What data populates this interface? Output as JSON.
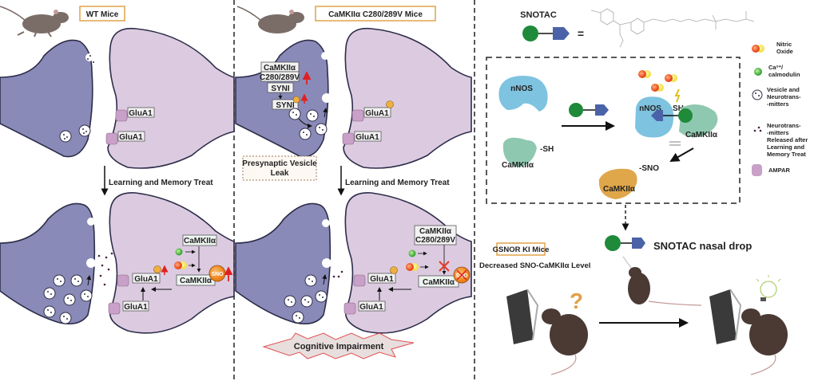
{
  "panels": {
    "wt": {
      "title": "WT Mice",
      "glua_top": "GluA1",
      "glua_bottom": "GluA1",
      "treat_label": "Learning and Memory Treat",
      "after": {
        "camk_top": "CaMKIIα",
        "camk_bottom": "CaMKIIα",
        "sno": "SNO",
        "glua_top": "GluA1",
        "glua_bottom": "GluA1"
      }
    },
    "mutant": {
      "title": "CaMKIIα C280/289V Mice",
      "mutant_box_line1": "CaMKIIα",
      "mutant_box_line2": "C280/289V",
      "syn_top": "SYNI",
      "syn_bottom": "SYNI",
      "glua_top": "GluA1",
      "glua_bottom": "GluA1",
      "leak_line1": "Presynaptic Vesicle",
      "leak_line2": "Leak",
      "treat_label": "Learning and Memory Treat",
      "after": {
        "camk_top_line1": "CaMKIIα",
        "camk_top_line2": "C280/289V",
        "camk_bottom": "CaMKIIα",
        "sno": "SNO",
        "glua_top": "GluA1",
        "glua_bottom": "GluA1"
      },
      "impairment": "Cognitive Impairment"
    },
    "snotac": {
      "title": "SNOTAC",
      "equals": "=",
      "mechanism": {
        "nnos_left": "nNOS",
        "camk_left": "CaMKIIα",
        "sh_left": "-SH",
        "nnos_right": "nNOS",
        "sh_right": "SH-",
        "camk_right": "CaMKIIα",
        "sno_product": "-SNO",
        "camk_product": "CaMKIIα"
      },
      "gsnor_title": "GSNOR KI Mice",
      "decreased_label": "Decreased SNO-CaMKIIα Level",
      "nasal_drop": "SNOTAC nasal drop",
      "question_mark": "?"
    }
  },
  "legend": [
    {
      "icon": "nitric-oxide-icon",
      "label_line1": "Nitric",
      "label_line2": "Oxide",
      "label_line3": "",
      "label_line4": "",
      "label_line5": ""
    },
    {
      "icon": "calcium-calmodulin-icon",
      "label_line1": "Ca²⁺/",
      "label_line2": "calmodulin",
      "label_line3": "",
      "label_line4": "",
      "label_line5": ""
    },
    {
      "icon": "vesicle-icon",
      "label_line1": "Vesicle and",
      "label_line2": "Neurotrans-",
      "label_line3": "-mitters",
      "label_line4": "",
      "label_line5": ""
    },
    {
      "icon": "neurotransmitter-dots-icon",
      "label_line1": "Neurotrans-",
      "label_line2": "-mitters",
      "label_line3": "Released after",
      "label_line4": "Learning and",
      "label_line5": "Memory Treat"
    },
    {
      "icon": "ampar-icon",
      "label_line1": "AMPAR",
      "label_line2": "",
      "label_line3": "",
      "label_line4": "",
      "label_line5": ""
    }
  ],
  "colors": {
    "presynaptic": "#8a8ab8",
    "postsynaptic": "#dccbe0",
    "snotac_green": "#1f8a3a",
    "snotac_blue": "#4a63a8",
    "nnos": "#7ec3e0",
    "camk": "#8fc8b0",
    "sno_camk": "#e0a64a",
    "sno_orange": "#f08a24",
    "title_box_border": "#e0a24a",
    "red_arrow": "#e02020"
  }
}
